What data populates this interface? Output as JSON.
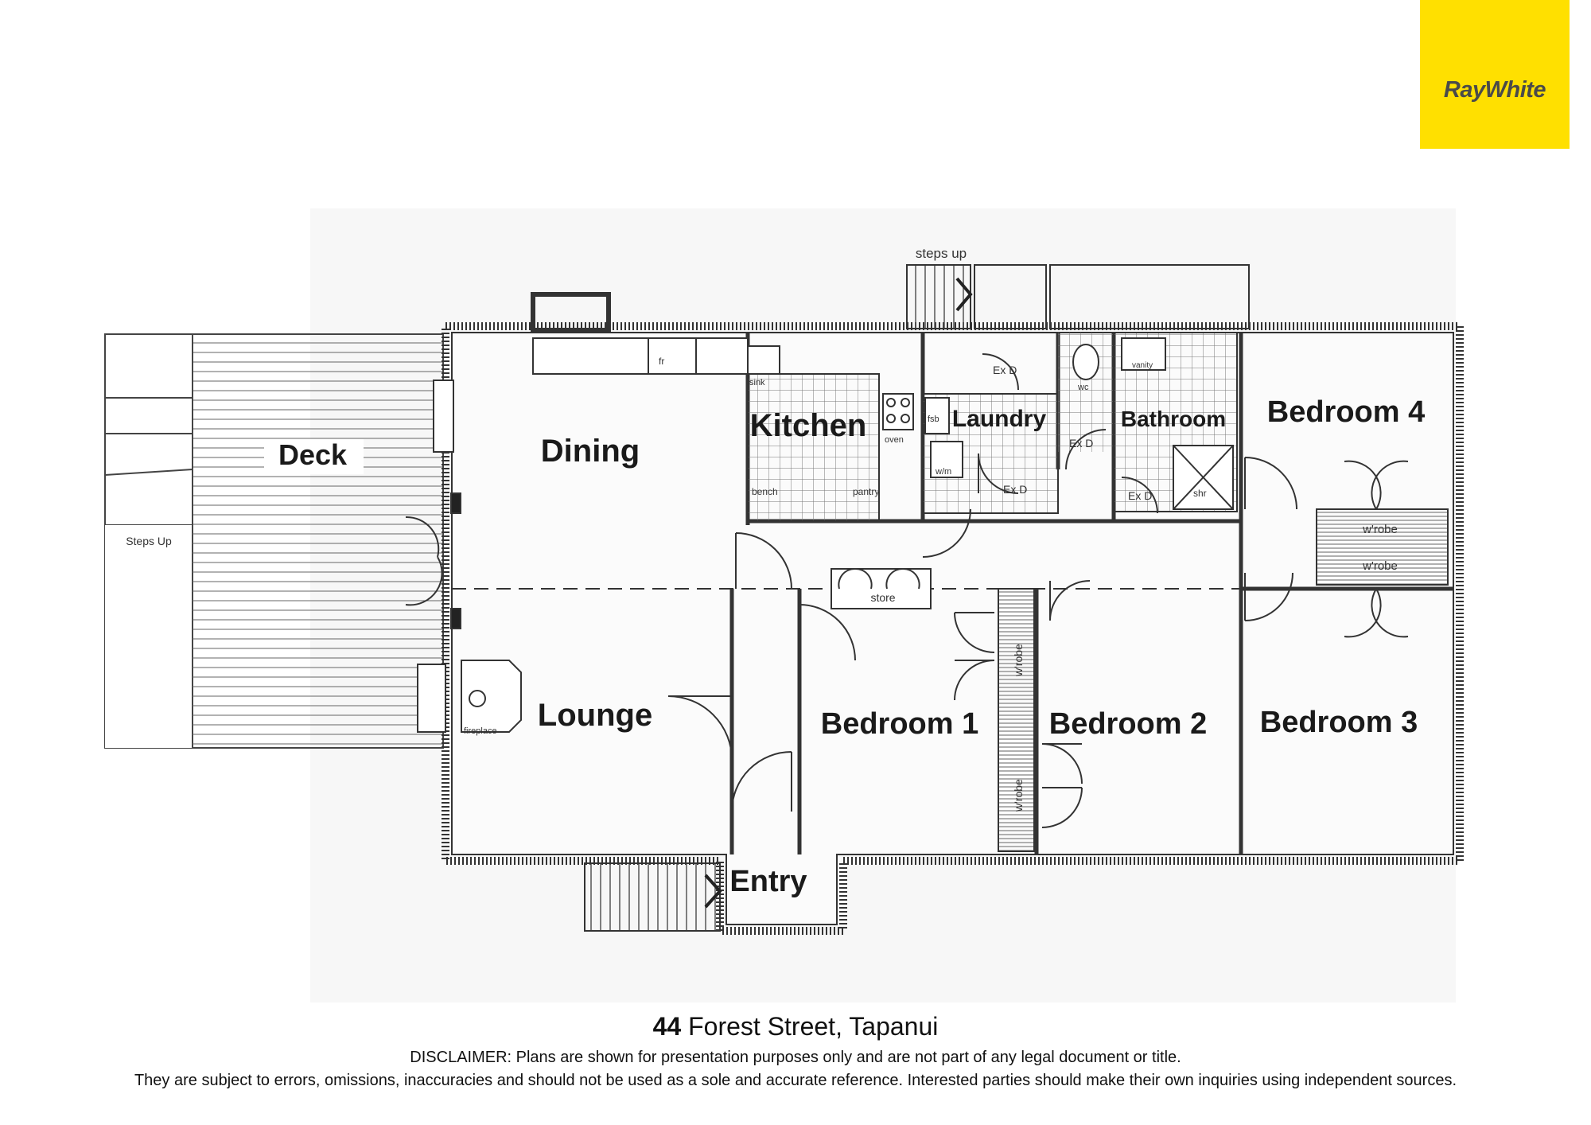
{
  "brand": {
    "name": "RayWhite",
    "accent": "#FFE000"
  },
  "plan": {
    "rooms": {
      "deck": "Deck",
      "dining": "Dining",
      "kitchen": "Kitchen",
      "laundry": "Laundry",
      "bathroom": "Bathroom",
      "bedroom4": "Bedroom 4",
      "lounge": "Lounge",
      "bedroom1": "Bedroom 1",
      "bedroom2": "Bedroom 2",
      "bedroom3": "Bedroom 3",
      "entry": "Entry"
    },
    "fixtures": {
      "steps_up_deck": "Steps Up",
      "steps_up_rear": "steps up",
      "fr": "fr",
      "sink": "sink",
      "oven": "oven",
      "bench": "bench",
      "pantry": "pantry",
      "fsb": "fsb",
      "wm": "w/m",
      "exd_laundry": "Ex D",
      "exd_laundry2": "Ex D",
      "wc": "wc",
      "exd_wc": "Ex D",
      "vanity": "vanity",
      "shr": "shr",
      "exd_bath": "Ex D",
      "wrobe_b4": "w'robe",
      "wrobe_b3": "w'robe",
      "store": "store",
      "wrobe_b1": "w'robe",
      "wrobe_b2": "w'robe",
      "fireplace": "fireplace"
    }
  },
  "footer": {
    "number": "44",
    "street": " Forest Street, Tapanui",
    "disclaimer_line1": "DISCLAIMER: Plans are shown for presentation purposes only and are not part of any legal document or title.",
    "disclaimer_line2": "They are subject to errors, omissions, inaccuracies and should not be used as a sole and accurate reference.  Interested parties should make their own inquiries using independent sources."
  }
}
